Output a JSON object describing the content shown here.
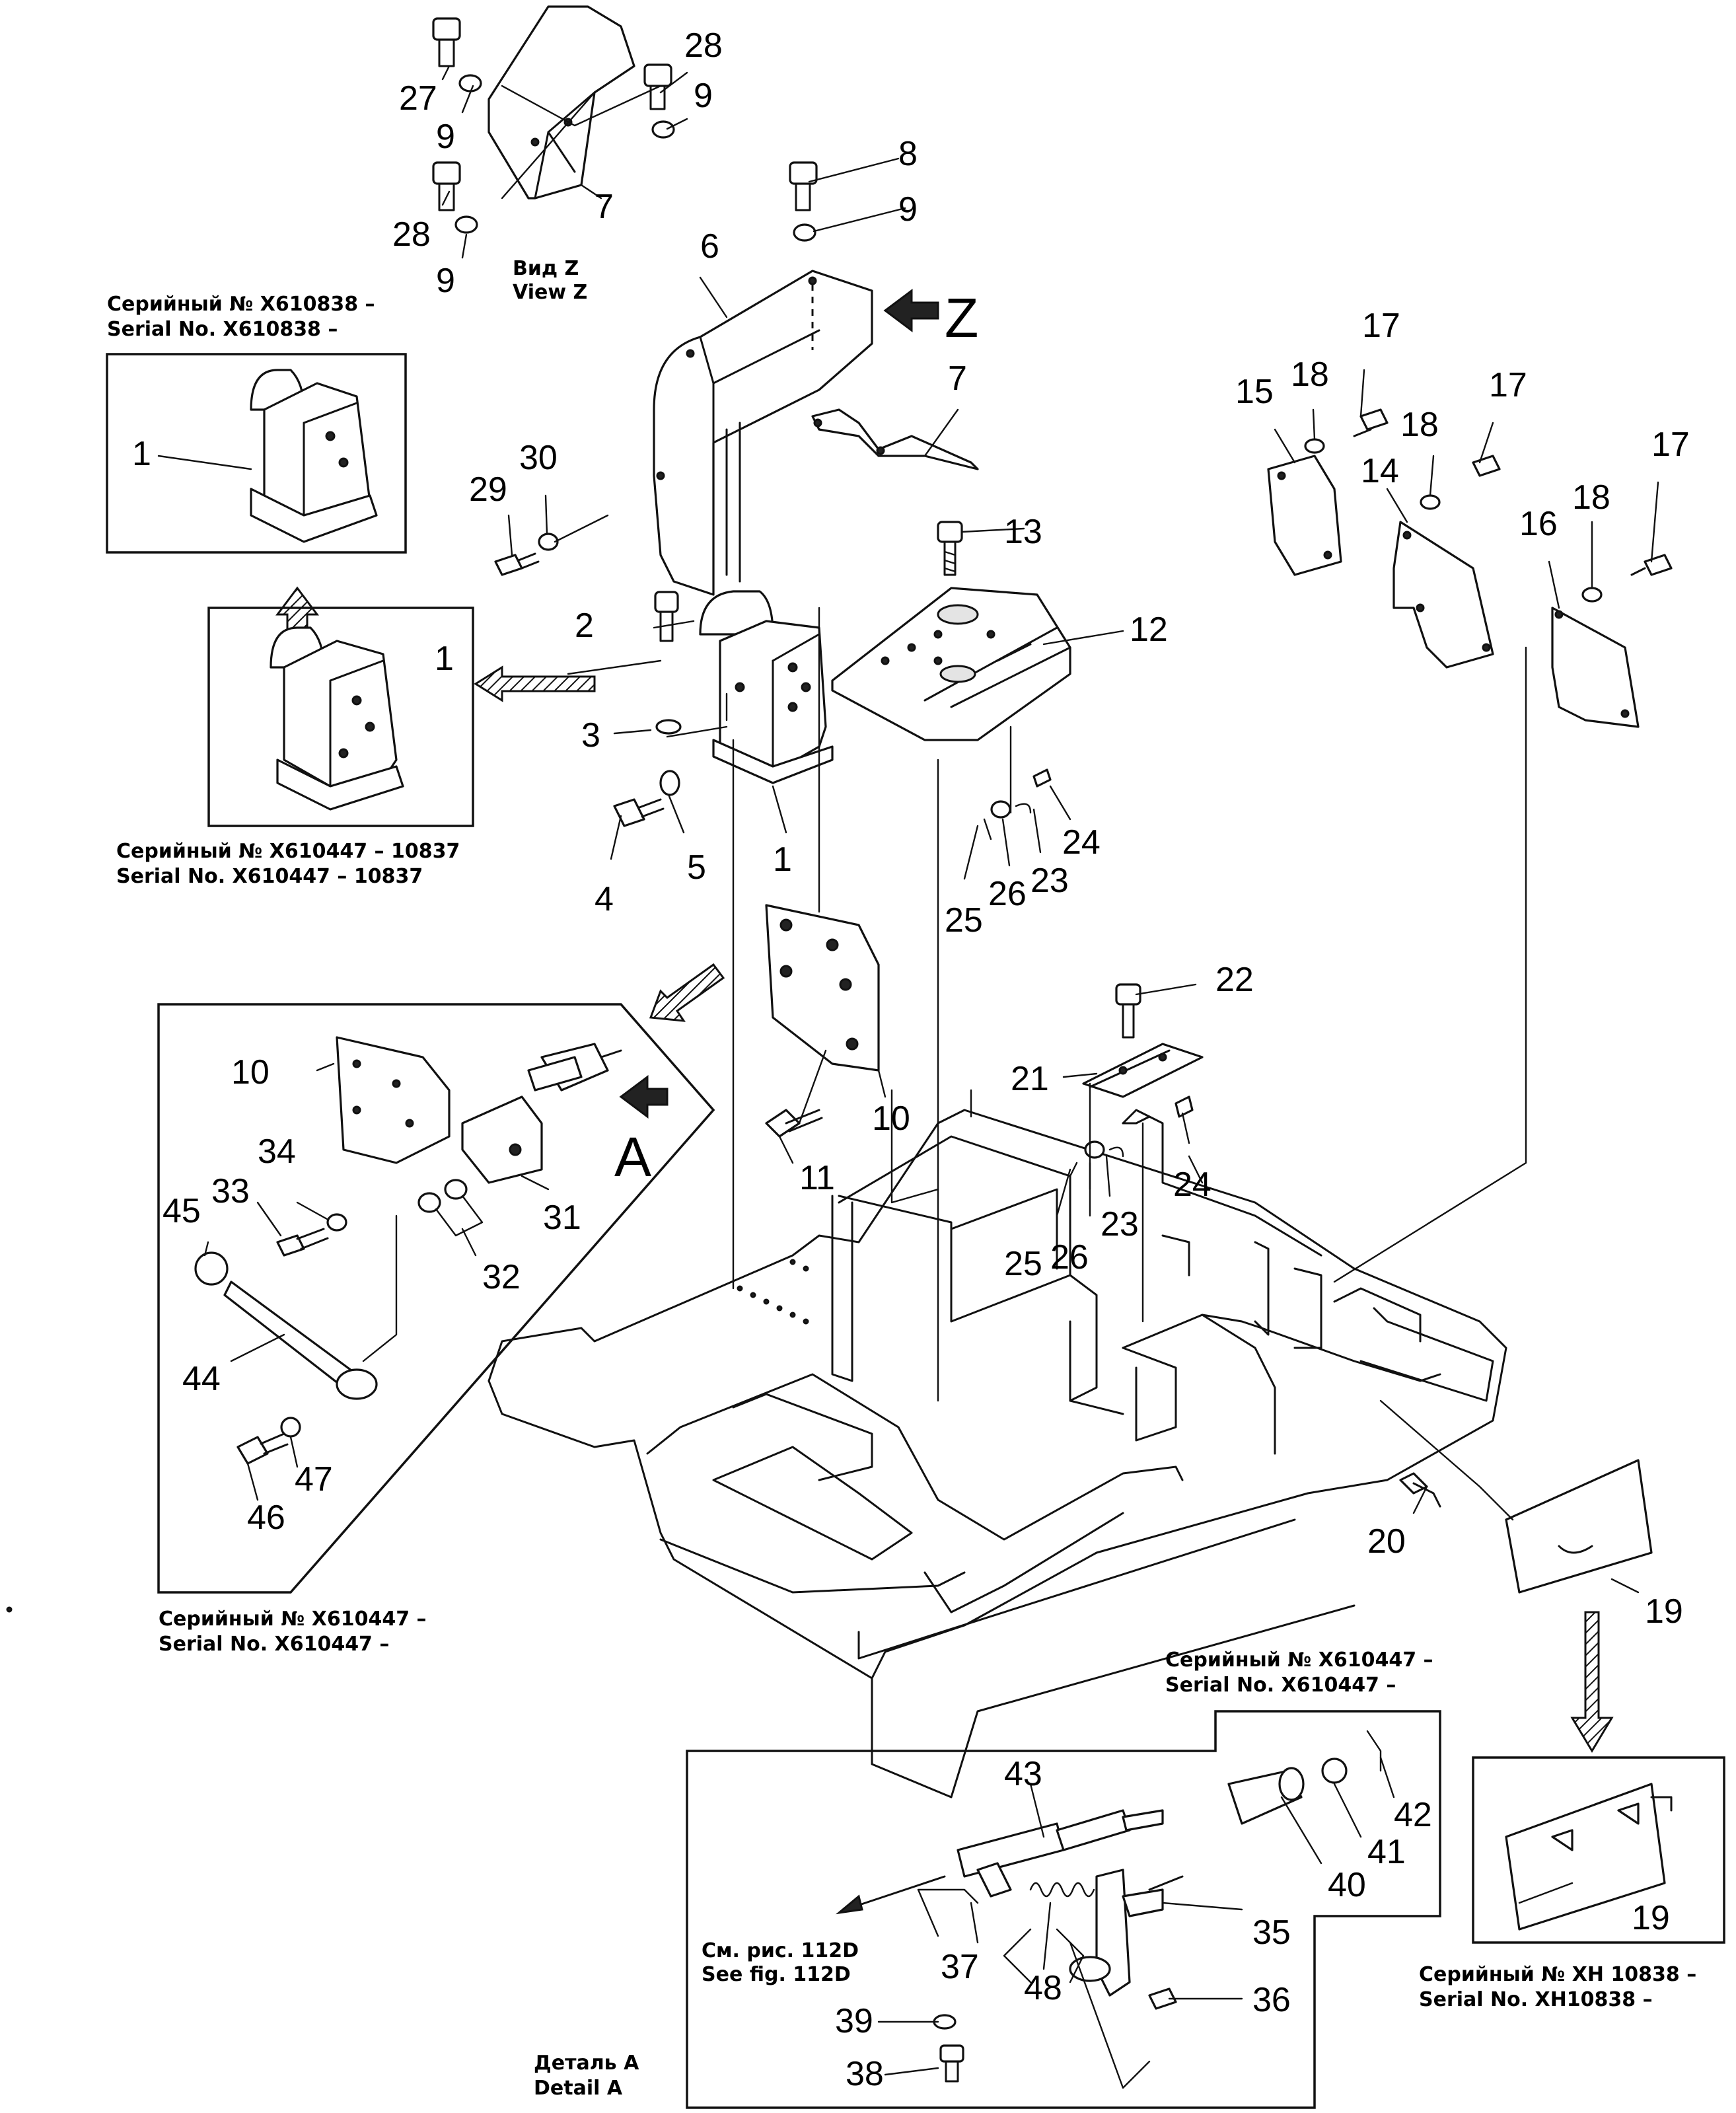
{
  "callouts": {
    "c1a": "1",
    "c1b": "1",
    "c1c": "1",
    "c2": "2",
    "c3": "3",
    "c4": "4",
    "c5": "5",
    "c6": "6",
    "c7a": "7",
    "c7b": "7",
    "c8": "8",
    "c9a": "9",
    "c9b": "9",
    "c9c": "9",
    "c9d": "9",
    "c10a": "10",
    "c10b": "10",
    "c11": "11",
    "c12": "12",
    "c13": "13",
    "c14": "14",
    "c15": "15",
    "c16": "16",
    "c17a": "17",
    "c17b": "17",
    "c17c": "17",
    "c18a": "18",
    "c18b": "18",
    "c18c": "18",
    "c19a": "19",
    "c19b": "19",
    "c20": "20",
    "c21": "21",
    "c22": "22",
    "c23a": "23",
    "c23b": "23",
    "c24a": "24",
    "c24b": "24",
    "c25a": "25",
    "c25b": "25",
    "c26a": "26",
    "c26b": "26",
    "c27": "27",
    "c28a": "28",
    "c28b": "28",
    "c29": "29",
    "c30": "30",
    "c31": "31",
    "c32": "32",
    "c33": "33",
    "c34": "34",
    "c35": "35",
    "c36": "36",
    "c37": "37",
    "c38": "38",
    "c39": "39",
    "c40": "40",
    "c41": "41",
    "c42": "42",
    "c43": "43",
    "c44": "44",
    "c45": "45",
    "c46": "46",
    "c47": "47",
    "c48": "48"
  },
  "view_letters": {
    "z": "Z",
    "a": "A"
  },
  "notes": {
    "view_z": [
      "Вид Z",
      "View Z"
    ],
    "serial_x610838": [
      "Серийный № X610838 –",
      "Serial No. X610838 –"
    ],
    "serial_x610447_10837": [
      "Серийный № X610447 –  10837",
      "Serial No. X610447 – 10837"
    ],
    "serial_x610447_a": [
      "Серийный № X610447 –",
      "Serial No. X610447 –"
    ],
    "serial_x610447_b": [
      "Серийный № X610447 –",
      "Serial No. X610447 –"
    ],
    "serial_xh10838": [
      "Серийный № XH 10838 –",
      "Serial No. XH10838 –"
    ],
    "see_fig": [
      "См. рис. 112D",
      "See fig. 112D"
    ],
    "detail_a": [
      "Деталь A",
      "Detail A"
    ]
  }
}
